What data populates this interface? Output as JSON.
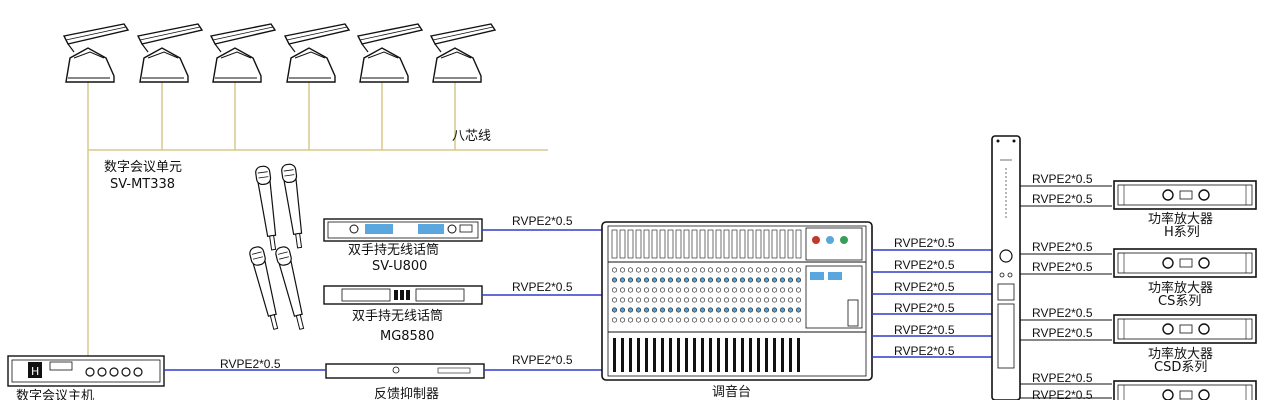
{
  "labels": {
    "eight_core": "八芯线",
    "conf_unit_name": "数字会议单元",
    "conf_unit_model": "SV-MT338",
    "mic1_name": "双手持无线话筒",
    "mic1_model": "SV-U800",
    "mic2_name": "双手持无线话筒",
    "mic2_model": "MG8580",
    "host_name": "数字会议主机",
    "feedback_name": "反馈抑制器",
    "mixer_name": "调音台",
    "amp_h_name": "功率放大器",
    "amp_h_series": "H系列",
    "amp_cs_name": "功率放大器",
    "amp_cs_series": "CS系列",
    "amp_csd_name": "功率放大器",
    "amp_csd_series": "CSD系列"
  },
  "cable_label": "RVPE2*0.5",
  "colors": {
    "bus_line": "#d8c88a",
    "signal_line": "#2f3fc9",
    "device_stroke": "#111111",
    "display_blue": "#5aa7e0"
  }
}
